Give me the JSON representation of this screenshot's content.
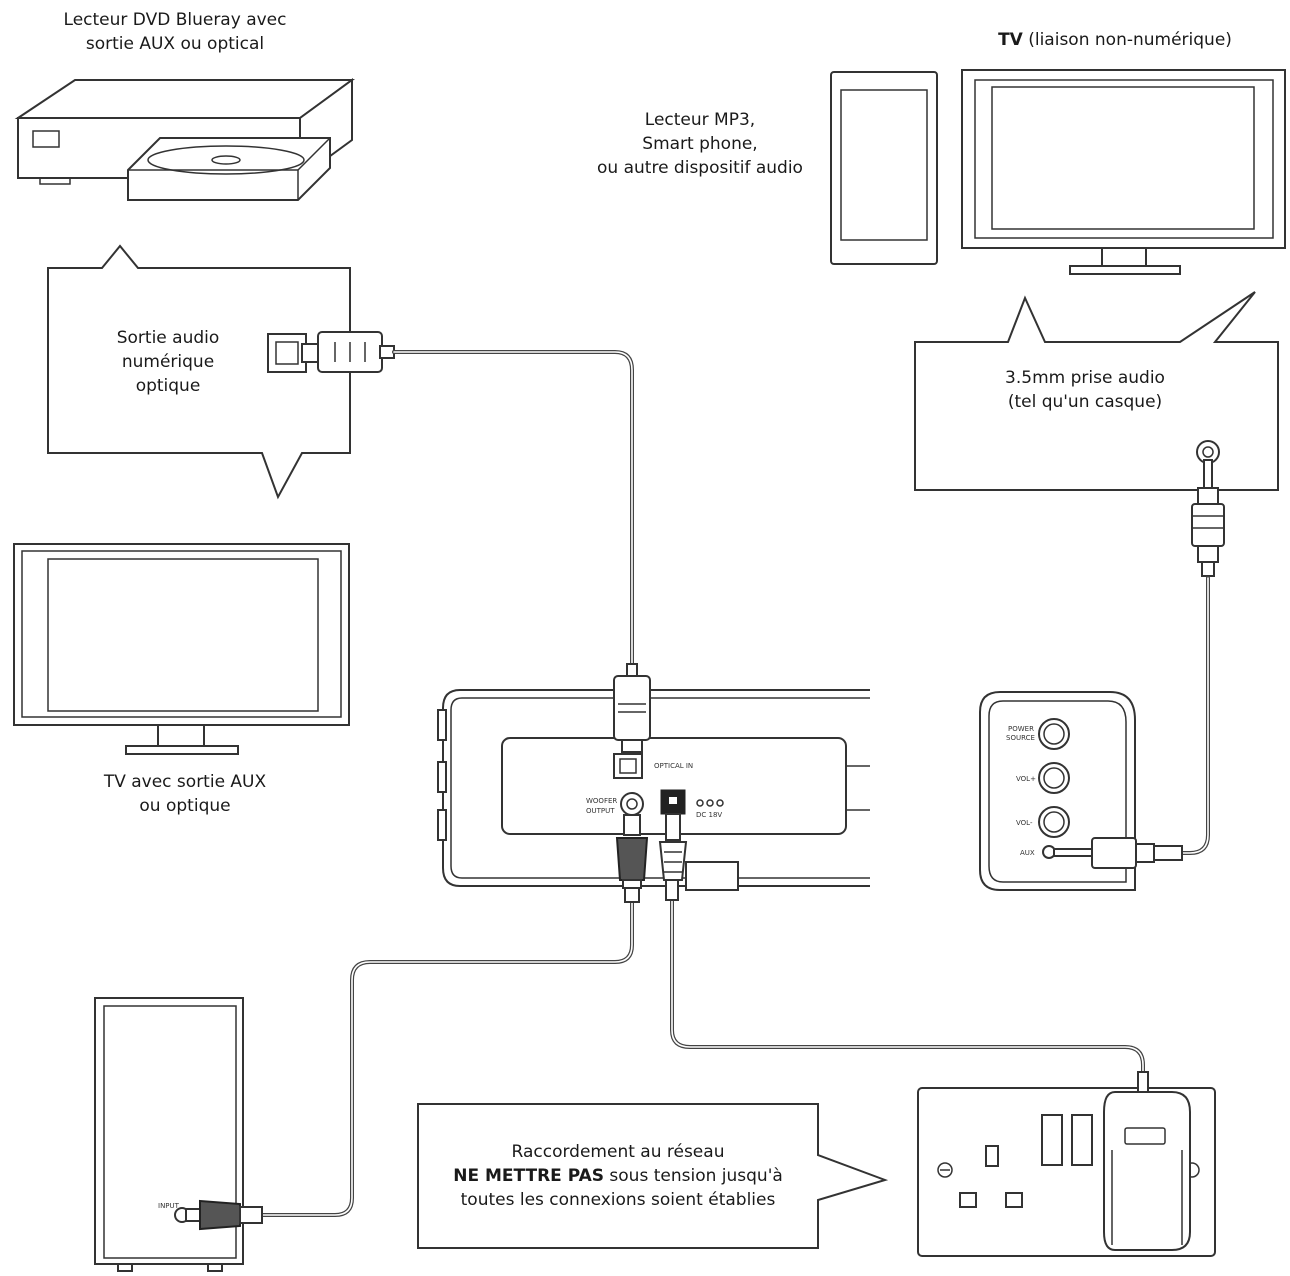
{
  "labels": {
    "dvd_player": {
      "line1": "Lecteur DVD Blueray avec",
      "line2": "sortie AUX ou optical"
    },
    "tv_digital": {
      "line1": "TV avec sortie AUX",
      "line2": "ou optique"
    },
    "tv_analog": {
      "bold": "TV",
      "rest": " (liaison non-numérique)"
    },
    "mp3_player": {
      "line1": "Lecteur MP3,",
      "line2": "Smart phone,",
      "line3": "ou autre dispositif audio"
    },
    "optical_callout": {
      "line1": "Sortie audio",
      "line2": "numérique",
      "line3": "optique"
    },
    "jack_callout": {
      "line1": "3.5mm prise audio",
      "line2": "(tel qu'un casque)"
    },
    "mains_callout": {
      "line1": "Raccordement au réseau",
      "line2_bold": "NE METTRE PAS",
      "line2_rest": " sous tension  jusqu'à",
      "line3": "toutes les connexions soient établies"
    }
  },
  "soundbar_panel": {
    "optical_in": "OPTICAL IN",
    "woofer_line1": "WOOFER",
    "woofer_line2": "OUTPUT",
    "dc": "DC 18V"
  },
  "side_panel": {
    "power_source_line1": "POWER",
    "power_source_line2": "SOURCE",
    "vol_plus": "VOL+",
    "vol_minus": "VOL-",
    "aux": "AUX"
  },
  "subwoofer": {
    "input_label": "INPUT"
  },
  "colors": {
    "line": "#333333",
    "background": "#ffffff"
  }
}
